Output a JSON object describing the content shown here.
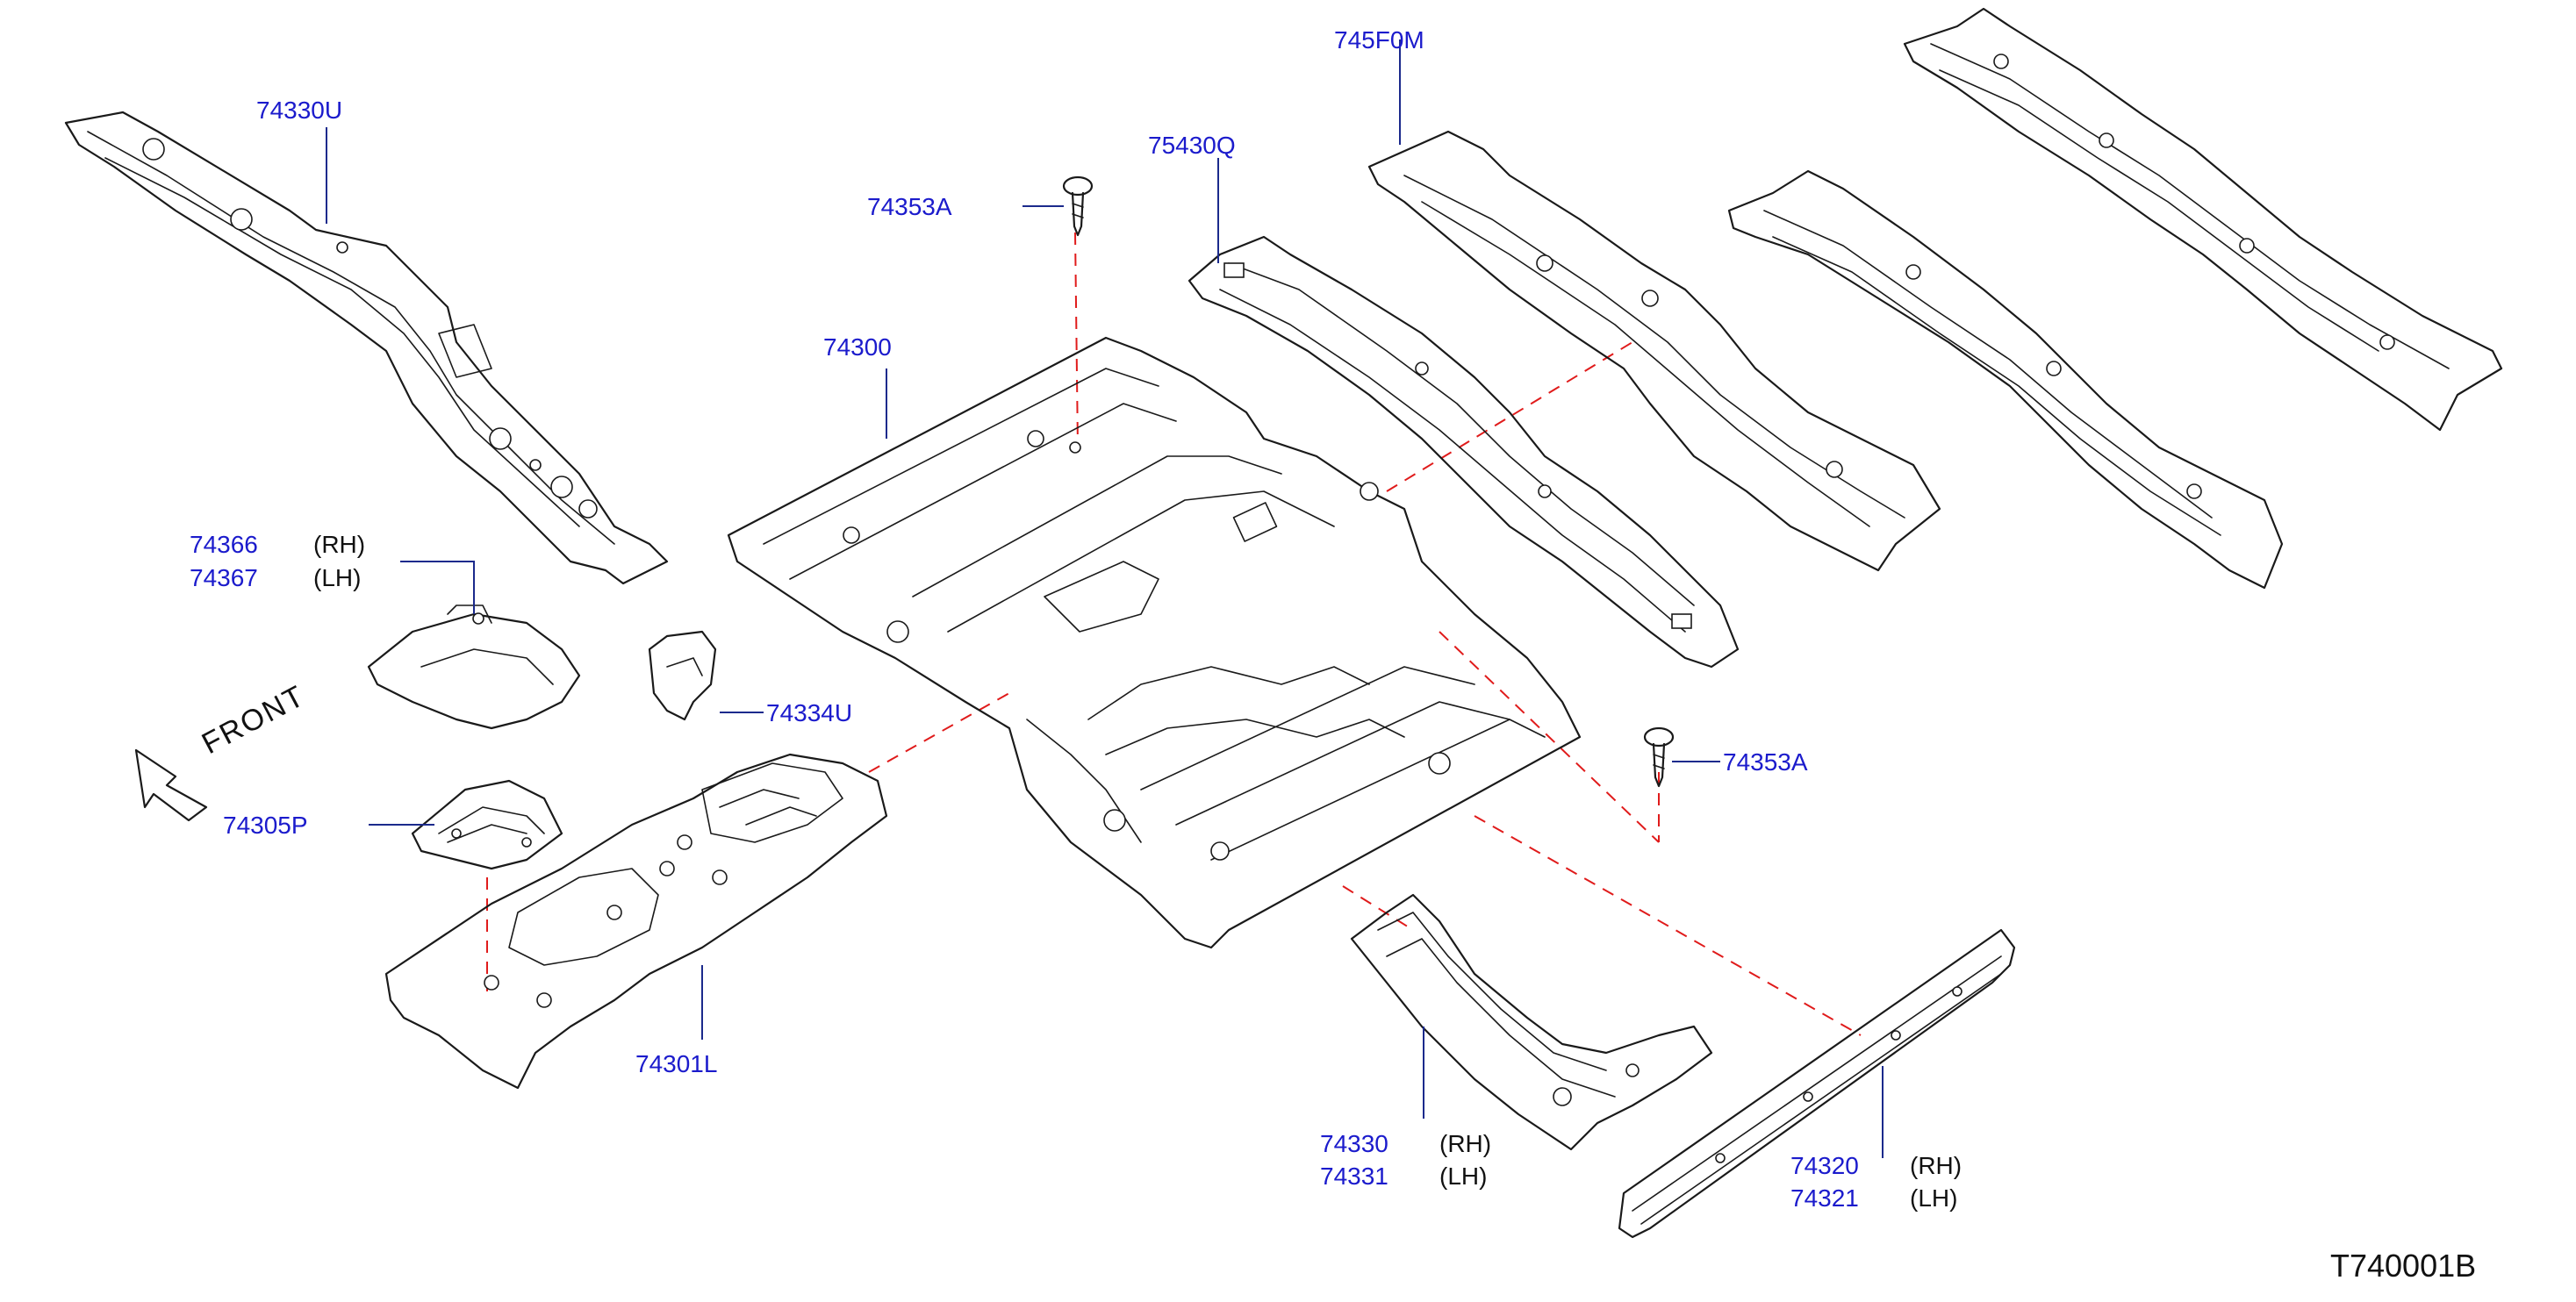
{
  "callouts": [
    {
      "id": "74330U",
      "side": ""
    },
    {
      "id": "745F0M",
      "side": ""
    },
    {
      "id": "75430Q",
      "side": ""
    },
    {
      "id": "74353A",
      "side": ""
    },
    {
      "id": "74300",
      "side": ""
    },
    {
      "id": "74366",
      "side": "(RH)"
    },
    {
      "id": "74367",
      "side": "(LH)"
    },
    {
      "id": "74334U",
      "side": ""
    },
    {
      "id": "74305P",
      "side": ""
    },
    {
      "id": "74353A",
      "side": ""
    },
    {
      "id": "74301L",
      "side": ""
    },
    {
      "id": "74330",
      "side": "(RH)"
    },
    {
      "id": "74331",
      "side": "(LH)"
    },
    {
      "id": "74320",
      "side": "(RH)"
    },
    {
      "id": "74321",
      "side": "(LH)"
    }
  ],
  "front_label": "FRONT",
  "diagram_code": "T740001B",
  "colors": {
    "callout": "#1b1bcc",
    "leader": "#1b2a8c",
    "dashed_guide": "#e01b1b",
    "line_art": "#1a1a1a"
  }
}
